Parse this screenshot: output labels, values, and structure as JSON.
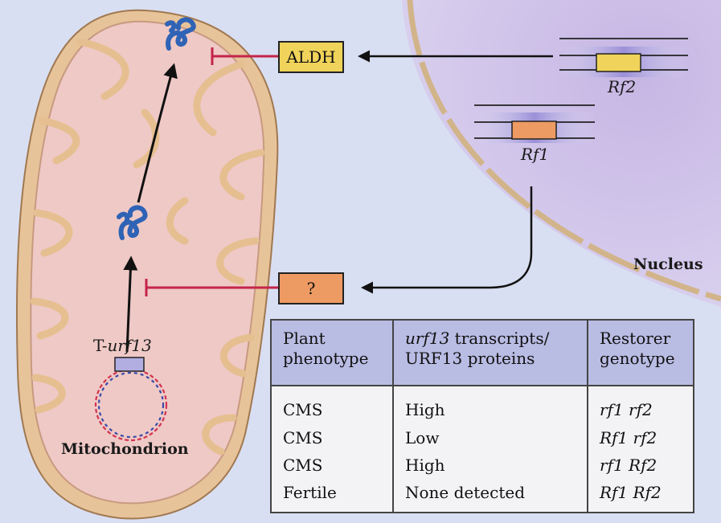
{
  "labels": {
    "nucleus": "Nucleus",
    "mitochondrion": "Mitochondrion",
    "t_urf13_prefix": "T-",
    "t_urf13_gene": "urf13",
    "rf1": "Rf1",
    "rf2": "Rf2"
  },
  "boxes": {
    "aldh": "ALDH",
    "unknown": "?"
  },
  "colors": {
    "background": "#d9dff2",
    "nucleus": "#cbbfe6",
    "mito_outer": "#e7c39a",
    "mito_inner": "#efc9c6",
    "aldh_box": "#f0d35a",
    "unknown_box": "#ee9a63",
    "protein": "#2f63b5",
    "inhibition": "#c4254a",
    "table_header": "#b9bce3"
  },
  "table": {
    "headers": [
      [
        "Plant",
        "phenotype"
      ],
      [
        "urf13 transcripts/",
        "URF13 proteins"
      ],
      [
        "Restorer",
        "genotype"
      ]
    ],
    "header_italic_word": "urf13",
    "rows": [
      [
        "CMS",
        "High",
        "rf1 rf2"
      ],
      [
        "CMS",
        "Low",
        "Rf1 rf2"
      ],
      [
        "CMS",
        "High",
        "rf1 Rf2"
      ],
      [
        "Fertile",
        "None detected",
        "Rf1 Rf2"
      ]
    ]
  }
}
